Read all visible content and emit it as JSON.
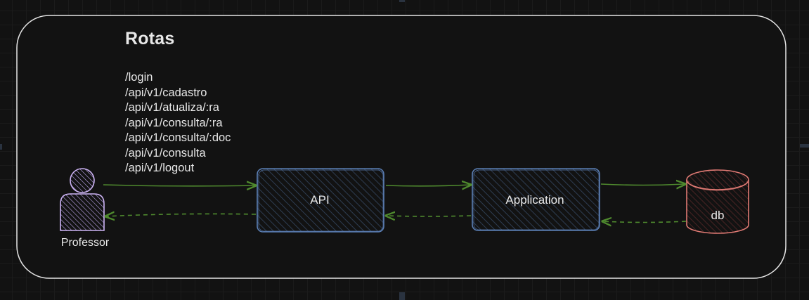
{
  "title": "Rotas",
  "routes": [
    "/login",
    "/api/v1/cadastro",
    "/api/v1/atualiza/:ra",
    "/api/v1/consulta/:ra",
    "/api/v1/consulta/:doc",
    "/api/v1/consulta",
    "/api/v1/logout"
  ],
  "nodes": {
    "professor": {
      "label": "Professor",
      "color": "#cdb4f5"
    },
    "api": {
      "label": "API",
      "color": "#5b7fb5"
    },
    "application": {
      "label": "Application",
      "color": "#5b7fb5"
    },
    "db": {
      "label": "db",
      "color": "#e07a74"
    }
  },
  "edges": [
    {
      "from": "Professor",
      "to": "API",
      "style": "solid"
    },
    {
      "from": "API",
      "to": "Application",
      "style": "solid"
    },
    {
      "from": "Application",
      "to": "db",
      "style": "solid"
    },
    {
      "from": "db",
      "to": "Application",
      "style": "dashed"
    },
    {
      "from": "Application",
      "to": "API",
      "style": "dashed"
    },
    {
      "from": "API",
      "to": "Professor",
      "style": "dashed"
    }
  ],
  "colors": {
    "background": "#121212",
    "frame": "#e6e6e6",
    "arrow": "#4f8a2e",
    "text": "#e8e8e8"
  }
}
